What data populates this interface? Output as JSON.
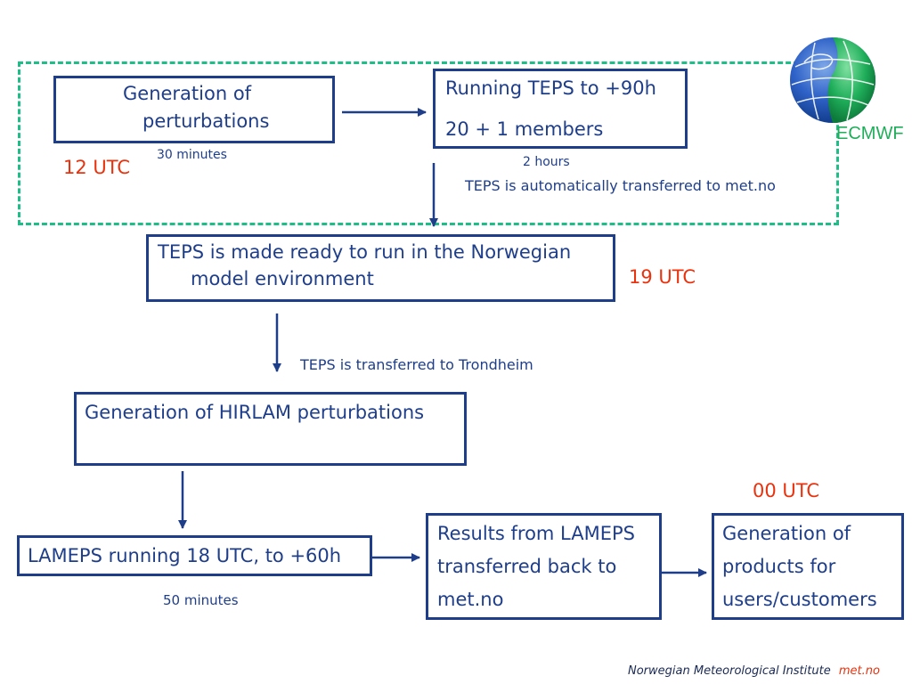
{
  "boxes": {
    "generation_perturbations": [
      "Generation of",
      "perturbations"
    ],
    "running_teps": [
      "Running TEPS to +90h",
      "20 + 1 members"
    ],
    "teps_ready": [
      "TEPS is made ready to run in the Norwegian",
      "model environment"
    ],
    "hirlam": "Generation of HIRLAM perturbations",
    "lameps_running": "LAMEPS running 18 UTC, to +60h",
    "results_lameps": [
      "Results from LAMEPS",
      "transferred back to",
      "met.no"
    ],
    "products": [
      "Generation of",
      "products for",
      "users/customers"
    ]
  },
  "annotations": {
    "dur_30min": "30 minutes",
    "dur_2h": "2 hours",
    "teps_auto_transfer": "TEPS is automatically transferred to met.no",
    "teps_trondheim": "TEPS is transferred to Trondheim",
    "dur_50min": "50 minutes"
  },
  "times": {
    "utc_12": "12 UTC",
    "utc_19": "19 UTC",
    "utc_00": "00 UTC"
  },
  "logo": {
    "label": "ECMWF"
  },
  "footer": {
    "institute": "Norwegian Meteorological Institute",
    "site": "met.no"
  },
  "colors": {
    "box_border": "#1f3e8a",
    "time_red": "#e8330e",
    "dashed_green": "#1fbd87"
  }
}
